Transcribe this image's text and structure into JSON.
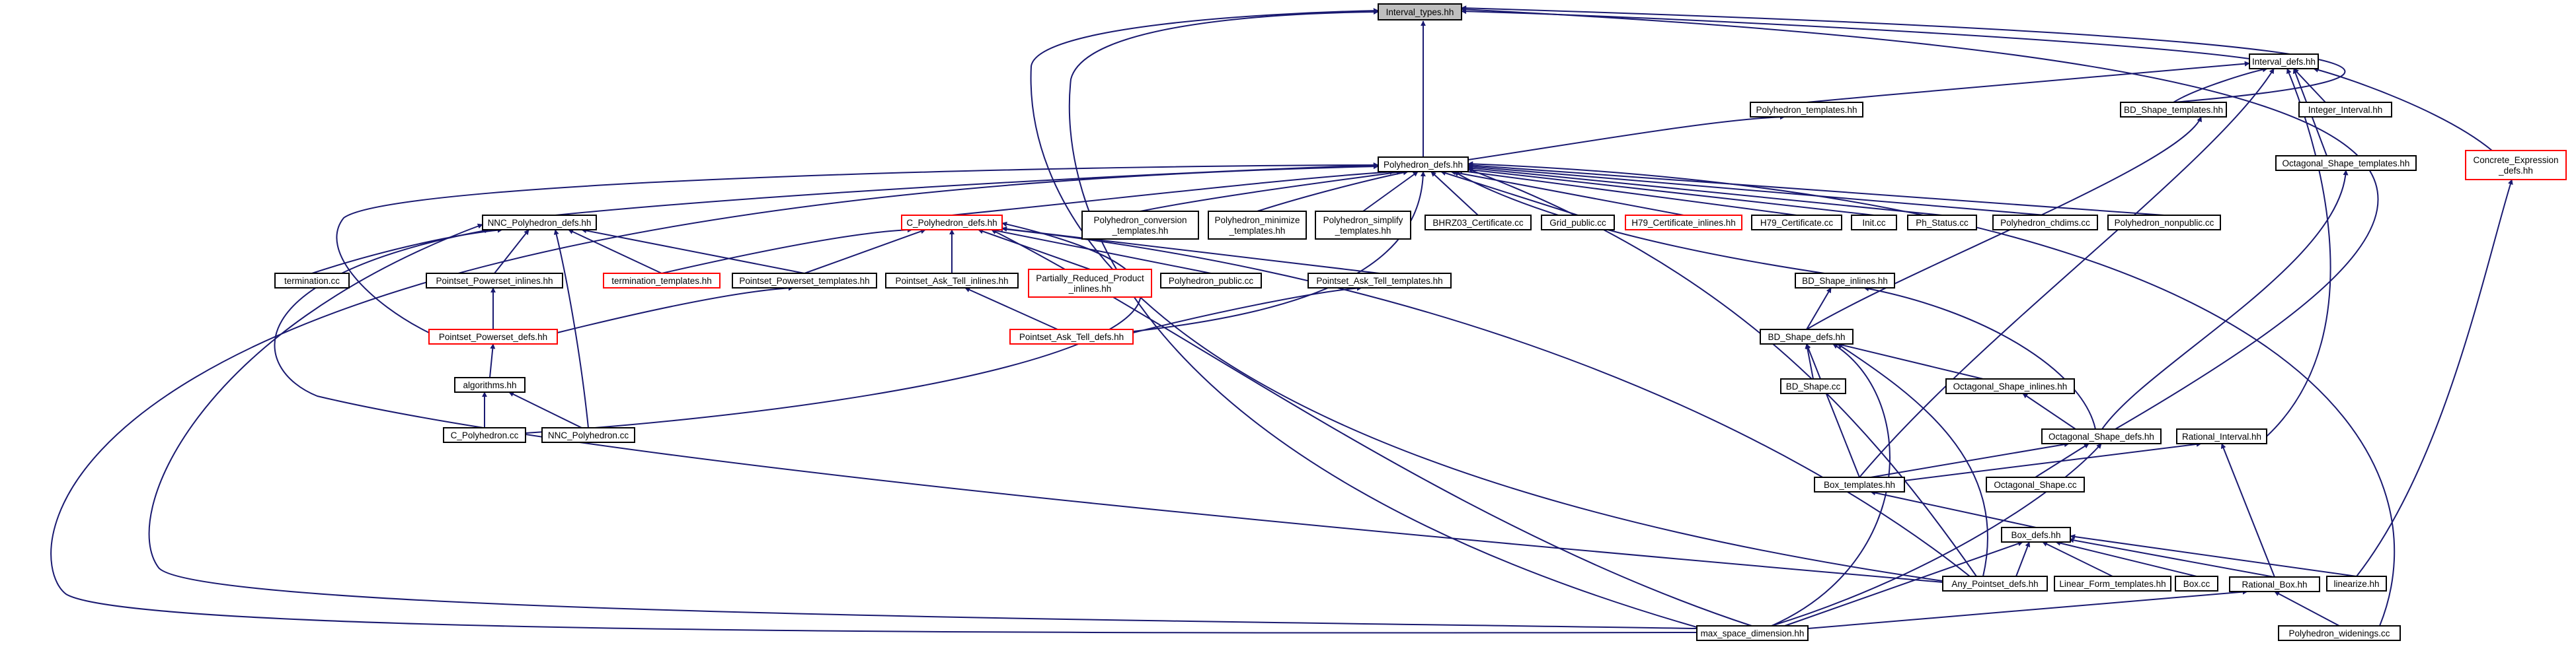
{
  "colors": {
    "edge": "#191970",
    "red_border": "#ff0000",
    "black_border": "#000000",
    "root_fill": "#bfbfbf"
  },
  "nodes": [
    {
      "id": "interval_types",
      "lines": [
        "Interval_types.hh"
      ],
      "border": "black",
      "root": true
    },
    {
      "id": "interval_defs",
      "lines": [
        "Interval_defs.hh"
      ],
      "border": "black"
    },
    {
      "id": "polyhedron_templates",
      "lines": [
        "Polyhedron_templates.hh"
      ],
      "border": "black"
    },
    {
      "id": "bd_shape_templates",
      "lines": [
        "BD_Shape_templates.hh"
      ],
      "border": "black"
    },
    {
      "id": "integer_interval",
      "lines": [
        "Integer_Interval.hh"
      ],
      "border": "black"
    },
    {
      "id": "octagonal_shape_templates",
      "lines": [
        "Octagonal_Shape_templates.hh"
      ],
      "border": "black"
    },
    {
      "id": "concrete_expression_defs",
      "lines": [
        "Concrete_Expression",
        "_defs.hh"
      ],
      "border": "red"
    },
    {
      "id": "polyhedron_defs",
      "lines": [
        "Polyhedron_defs.hh"
      ],
      "border": "black"
    },
    {
      "id": "nnc_polyhedron_defs",
      "lines": [
        "NNC_Polyhedron_defs.hh"
      ],
      "border": "black"
    },
    {
      "id": "c_polyhedron_defs",
      "lines": [
        "C_Polyhedron_defs.hh"
      ],
      "border": "red"
    },
    {
      "id": "polyhedron_conversion_templates",
      "lines": [
        "Polyhedron_conversion",
        "_templates.hh"
      ],
      "border": "black"
    },
    {
      "id": "polyhedron_minimize_templates",
      "lines": [
        "Polyhedron_minimize",
        "_templates.hh"
      ],
      "border": "black"
    },
    {
      "id": "polyhedron_simplify_templates",
      "lines": [
        "Polyhedron_simplify",
        "_templates.hh"
      ],
      "border": "black"
    },
    {
      "id": "bhrz03_certificate",
      "lines": [
        "BHRZ03_Certificate.cc"
      ],
      "border": "black"
    },
    {
      "id": "grid_public",
      "lines": [
        "Grid_public.cc"
      ],
      "border": "black"
    },
    {
      "id": "h79_certificate_inlines",
      "lines": [
        "H79_Certificate_inlines.hh"
      ],
      "border": "red"
    },
    {
      "id": "h79_certificate",
      "lines": [
        "H79_Certificate.cc"
      ],
      "border": "black"
    },
    {
      "id": "init",
      "lines": [
        "Init.cc"
      ],
      "border": "black"
    },
    {
      "id": "ph_status",
      "lines": [
        "Ph_Status.cc"
      ],
      "border": "black"
    },
    {
      "id": "polyhedron_chdims",
      "lines": [
        "Polyhedron_chdims.cc"
      ],
      "border": "black"
    },
    {
      "id": "polyhedron_nonpublic",
      "lines": [
        "Polyhedron_nonpublic.cc"
      ],
      "border": "black"
    },
    {
      "id": "termination",
      "lines": [
        "termination.cc"
      ],
      "border": "black"
    },
    {
      "id": "pointset_powerset_inlines",
      "lines": [
        "Pointset_Powerset_inlines.hh"
      ],
      "border": "black"
    },
    {
      "id": "termination_templates",
      "lines": [
        "termination_templates.hh"
      ],
      "border": "red"
    },
    {
      "id": "pointset_powerset_templates",
      "lines": [
        "Pointset_Powerset_templates.hh"
      ],
      "border": "black"
    },
    {
      "id": "pointset_ask_tell_inlines",
      "lines": [
        "Pointset_Ask_Tell_inlines.hh"
      ],
      "border": "black"
    },
    {
      "id": "partially_reduced_product_inlines",
      "lines": [
        "Partially_Reduced_Product",
        "_inlines.hh"
      ],
      "border": "red"
    },
    {
      "id": "polyhedron_public",
      "lines": [
        "Polyhedron_public.cc"
      ],
      "border": "black"
    },
    {
      "id": "pointset_ask_tell_templates",
      "lines": [
        "Pointset_Ask_Tell_templates.hh"
      ],
      "border": "black"
    },
    {
      "id": "bd_shape_inlines",
      "lines": [
        "BD_Shape_inlines.hh"
      ],
      "border": "black"
    },
    {
      "id": "pointset_powerset_defs",
      "lines": [
        "Pointset_Powerset_defs.hh"
      ],
      "border": "red"
    },
    {
      "id": "pointset_ask_tell_defs",
      "lines": [
        "Pointset_Ask_Tell_defs.hh"
      ],
      "border": "red"
    },
    {
      "id": "bd_shape_defs",
      "lines": [
        "BD_Shape_defs.hh"
      ],
      "border": "black"
    },
    {
      "id": "algorithms",
      "lines": [
        "algorithms.hh"
      ],
      "border": "black"
    },
    {
      "id": "bd_shape_cc",
      "lines": [
        "BD_Shape.cc"
      ],
      "border": "black"
    },
    {
      "id": "octagonal_shape_inlines",
      "lines": [
        "Octagonal_Shape_inlines.hh"
      ],
      "border": "black"
    },
    {
      "id": "c_polyhedron_cc",
      "lines": [
        "C_Polyhedron.cc"
      ],
      "border": "black"
    },
    {
      "id": "nnc_polyhedron_cc",
      "lines": [
        "NNC_Polyhedron.cc"
      ],
      "border": "black"
    },
    {
      "id": "octagonal_shape_defs",
      "lines": [
        "Octagonal_Shape_defs.hh"
      ],
      "border": "black"
    },
    {
      "id": "rational_interval",
      "lines": [
        "Rational_Interval.hh"
      ],
      "border": "black"
    },
    {
      "id": "box_templates",
      "lines": [
        "Box_templates.hh"
      ],
      "border": "black"
    },
    {
      "id": "octagonal_shape_cc",
      "lines": [
        "Octagonal_Shape.cc"
      ],
      "border": "black"
    },
    {
      "id": "box_defs",
      "lines": [
        "Box_defs.hh"
      ],
      "border": "black"
    },
    {
      "id": "any_pointset_defs",
      "lines": [
        "Any_Pointset_defs.hh"
      ],
      "border": "black"
    },
    {
      "id": "linear_form_templates",
      "lines": [
        "Linear_Form_templates.hh"
      ],
      "border": "black"
    },
    {
      "id": "box_cc",
      "lines": [
        "Box.cc"
      ],
      "border": "black"
    },
    {
      "id": "rational_box",
      "lines": [
        "Rational_Box.hh"
      ],
      "border": "black"
    },
    {
      "id": "linearize",
      "lines": [
        "linearize.hh"
      ],
      "border": "black"
    },
    {
      "id": "max_space_dimension",
      "lines": [
        "max_space_dimension.hh"
      ],
      "border": "black"
    },
    {
      "id": "polyhedron_widenings",
      "lines": [
        "Polyhedron_widenings.cc"
      ],
      "border": "black"
    }
  ]
}
